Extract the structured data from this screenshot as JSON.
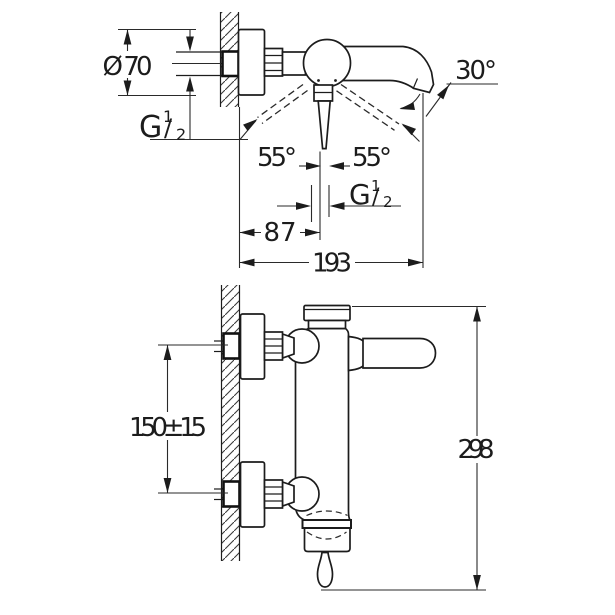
{
  "colors": {
    "line": "#1c1c1c",
    "background": "#ffffff"
  },
  "drawing": {
    "top_view": {
      "escutcheon_diameter": "Ø 70",
      "thread_label": {
        "letter": "G",
        "numerator": "1",
        "slash": "/",
        "denominator": "2"
      },
      "lever_swivel_left": "55°",
      "lever_swivel_right": "55°",
      "spout_tilt_angle": "30°",
      "wall_to_outlet_center": "87",
      "wall_to_spout_tip": "193"
    },
    "front_view": {
      "connection_spacing": "150±15",
      "overall_height": "298"
    }
  }
}
